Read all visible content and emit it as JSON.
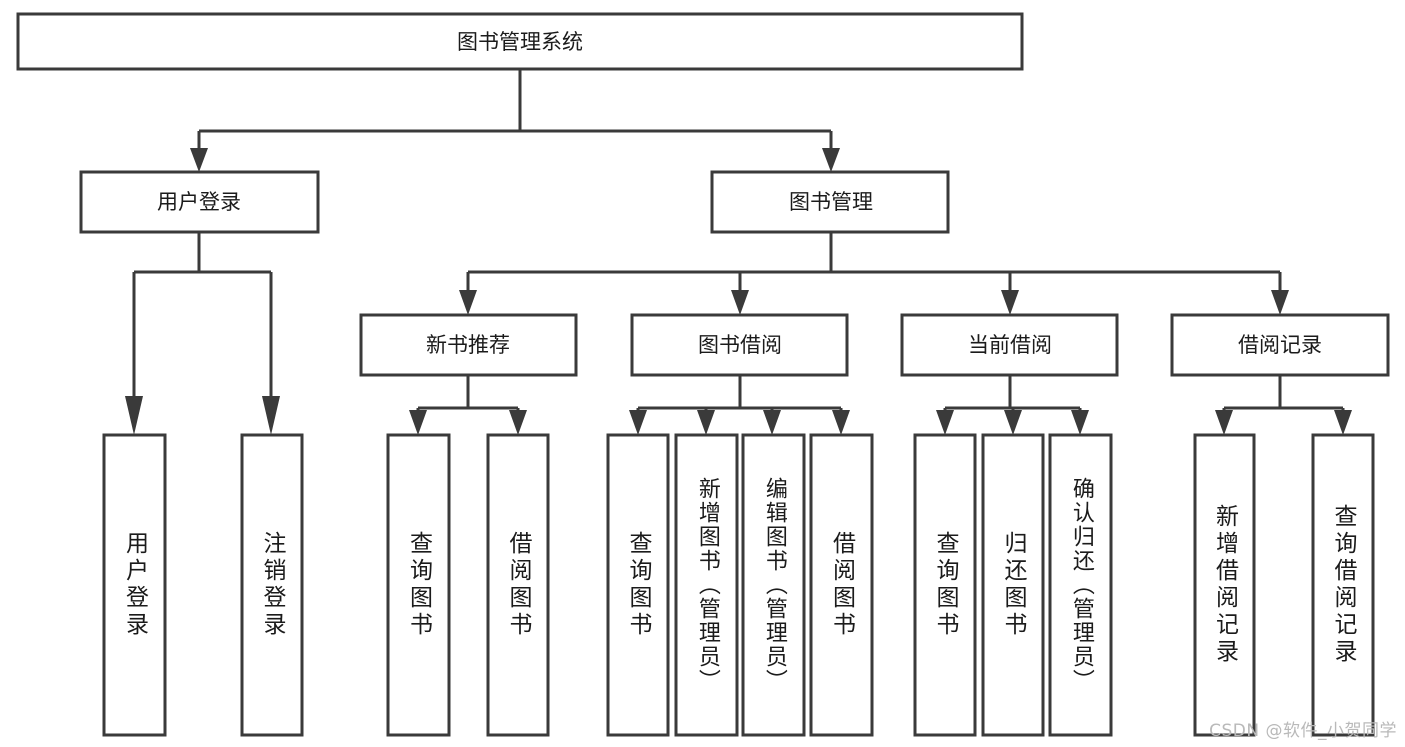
{
  "diagram": {
    "type": "tree-hierarchy",
    "title": "图书管理系统",
    "orientation": "top-down",
    "watermark": "CSDN @软件_小贺同学",
    "colors": {
      "box_stroke": "#3a3a3a",
      "box_fill": "#ffffff",
      "connector": "#3a3a3a",
      "text": "#1b1b1b",
      "watermark": "#b9b9b9",
      "background": "#ffffff"
    },
    "nodes": {
      "root": {
        "label": "图书管理系统"
      },
      "level2": [
        {
          "label": "用户登录"
        },
        {
          "label": "图书管理"
        }
      ],
      "level3": [
        {
          "label": "新书推荐"
        },
        {
          "label": "图书借阅"
        },
        {
          "label": "当前借阅"
        },
        {
          "label": "借阅记录"
        }
      ],
      "leaves_user_login": [
        {
          "label": "用户登录"
        },
        {
          "label": "注销登录"
        }
      ],
      "leaves_new_book": [
        {
          "label": "查询图书"
        },
        {
          "label": "借阅图书"
        }
      ],
      "leaves_borrow": [
        {
          "label": "查询图书"
        },
        {
          "label": "新增图书（管理员）"
        },
        {
          "label": "编辑图书（管理员）"
        },
        {
          "label": "借阅图书"
        }
      ],
      "leaves_current": [
        {
          "label": "查询图书"
        },
        {
          "label": "归还图书"
        },
        {
          "label": "确认归还（管理员）"
        }
      ],
      "leaves_records": [
        {
          "label": "新增借阅记录"
        },
        {
          "label": "查询借阅记录"
        }
      ]
    }
  }
}
